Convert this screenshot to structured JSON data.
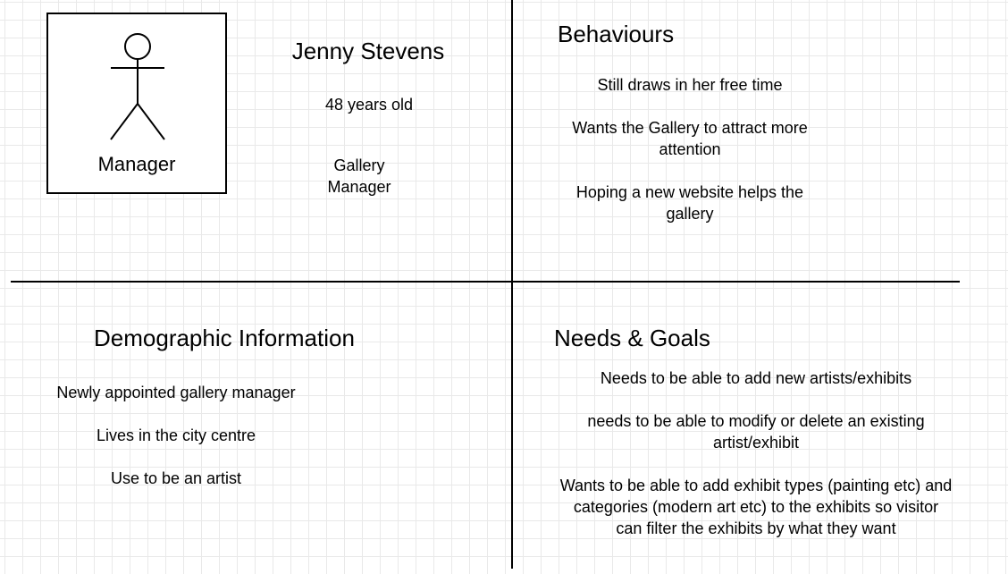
{
  "persona": {
    "actor_label": "Manager",
    "name": "Jenny Stevens",
    "age": "48 years old",
    "role_line1": "Gallery",
    "role_line2": "Manager"
  },
  "behaviours": {
    "title": "Behaviours",
    "items": [
      "Still draws in her free time",
      "Wants the Gallery to attract more",
      "attention",
      "Hoping a new website helps the",
      "gallery"
    ]
  },
  "demographic": {
    "title": "Demographic Information",
    "items": [
      "Newly appointed gallery manager",
      "Lives in the city centre",
      "Use to be an artist"
    ]
  },
  "needs": {
    "title": "Needs & Goals",
    "items": [
      "Needs to be able to add new artists/exhibits",
      "needs to be able to modify or delete an existing",
      "artist/exhibit",
      "Wants to be able to add exhibit types (painting etc) and",
      "categories (modern art etc) to the exhibits so visitor",
      "can filter the exhibits by what they want"
    ]
  }
}
